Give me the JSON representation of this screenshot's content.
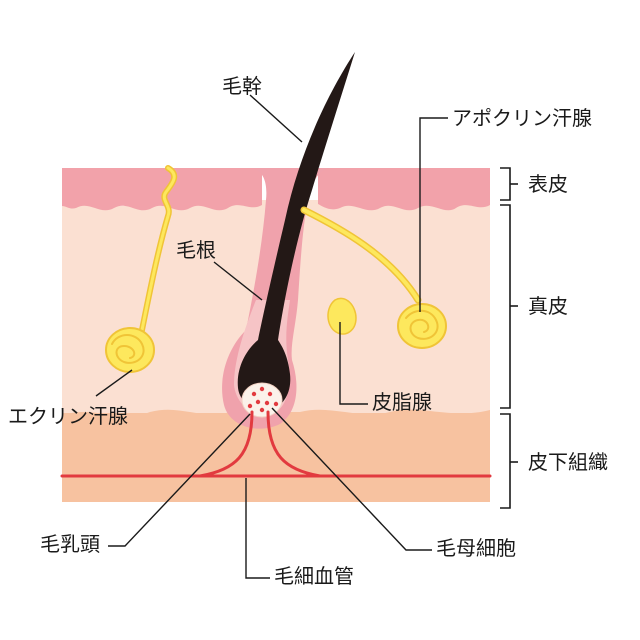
{
  "labels": {
    "hair_shaft": "毛幹",
    "apocrine_gland": "アポクリン汗腺",
    "hair_root": "毛根",
    "eccrine_gland": "エクリン汗腺",
    "sebaceous_gland": "皮脂腺",
    "dermal_papilla": "毛乳頭",
    "capillary": "毛細血管",
    "matrix_cell": "毛母細胞"
  },
  "layers": {
    "epidermis": "表皮",
    "dermis": "真皮",
    "subcutis": "皮下組織"
  },
  "colors": {
    "epidermis": "#f2a2aa",
    "dermis": "#fbe0d2",
    "subcutis": "#f7c2a0",
    "follicle": "#f0a2ac",
    "hair": "#231816",
    "gland": "#fde85d",
    "gland_outline": "#f0c437",
    "vessel": "#e23a3f",
    "line": "#1a1a1a"
  }
}
